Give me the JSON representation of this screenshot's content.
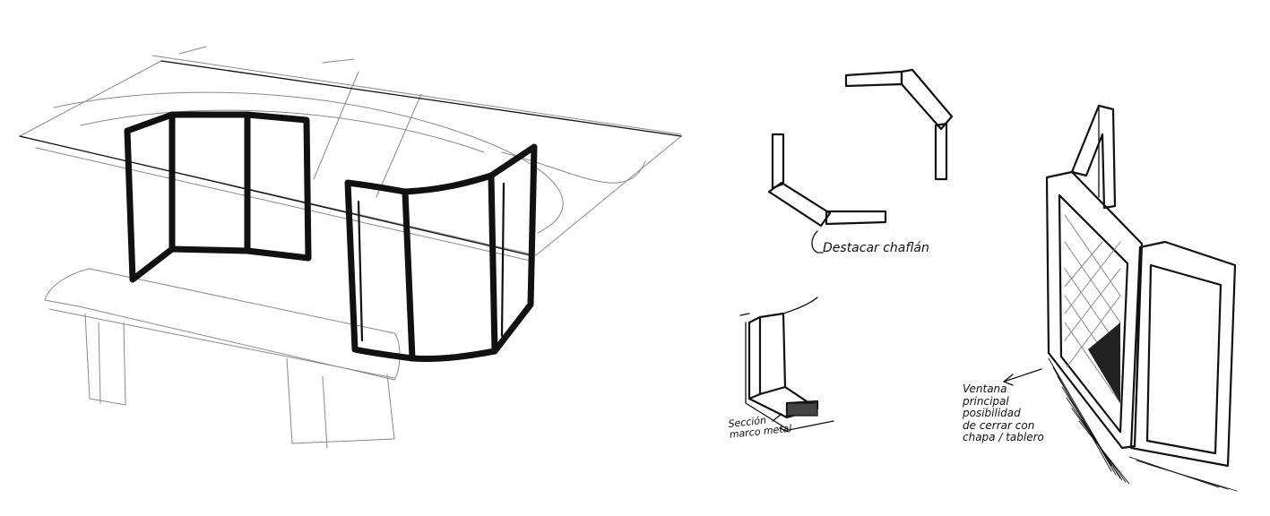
{
  "annotations": {
    "chamfer": "Destacar chaflán",
    "section_line1": "Sección",
    "section_line2": "marco metal",
    "window_line1": "Ventana",
    "window_line2": "principal",
    "window_line3": "posibilidad",
    "window_line4": "de cerrar con",
    "window_line5": "chapa / tablero"
  },
  "colors": {
    "ink": "#111111",
    "paper": "#ffffff",
    "pencil": "#8a8a8a"
  }
}
